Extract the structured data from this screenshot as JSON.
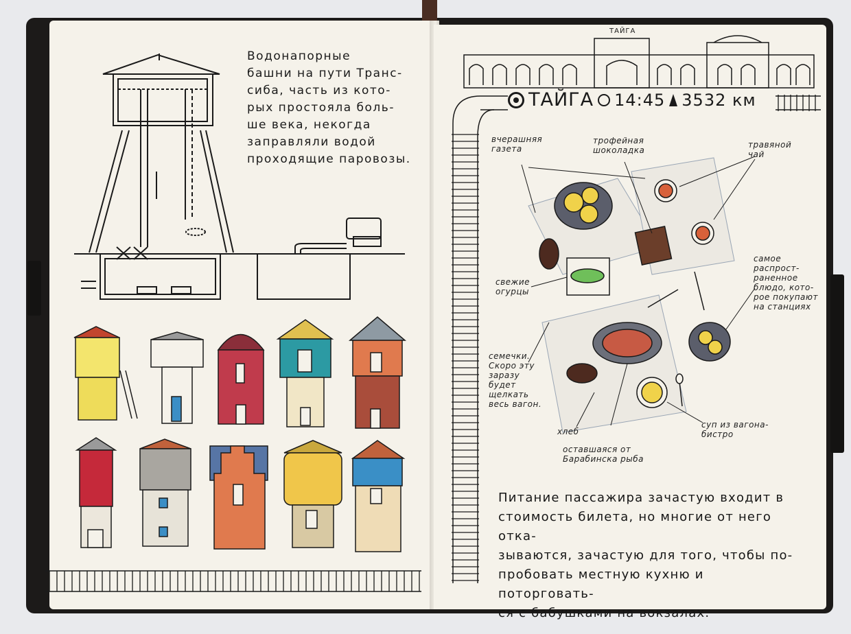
{
  "left_page": {
    "tower_text": "Водонапорные\nбашни на пути Транс-\nсиба, часть из кото-\nрых простояла боль-\nше века, некогда\nзаправляли водой\nпроходящие паровозы."
  },
  "right_page": {
    "station_sign": "ТАЙГА",
    "station": "ТАЙГА",
    "time": "14:45",
    "distance": "3532 км",
    "notes": {
      "newspaper": "вчерашняя\nгазета",
      "chocolate": "трофейная\nшоколадка",
      "tea": "травяной\nчай",
      "cucumbers": "свежие\nогурцы",
      "potato": "самое\nраспрост-\nраненное\nблюдо, кото-\nрое покупают\nна станциях",
      "seeds": "семечки.\nСкоро эту\nзаразу\nбудет\nщелкать\nвесь вагон.",
      "bread": "хлеб",
      "fish": "оставшаяся от\nБарабинска рыба",
      "soup": "суп из вагона-\nбистро"
    },
    "bottom_text": "Питание пассажира зачастую входит в\nстоимость билета, но многие от него отка-\nзываются, зачастую для того, чтобы по-\nпробовать местную кухню и поторговать-\nся с бабушками на вокзалах."
  },
  "colors": {
    "paper": "#f5f2ea",
    "ink": "#1a1a1a",
    "cover": "#1c1a19",
    "ribbon": "#4a2d22"
  }
}
